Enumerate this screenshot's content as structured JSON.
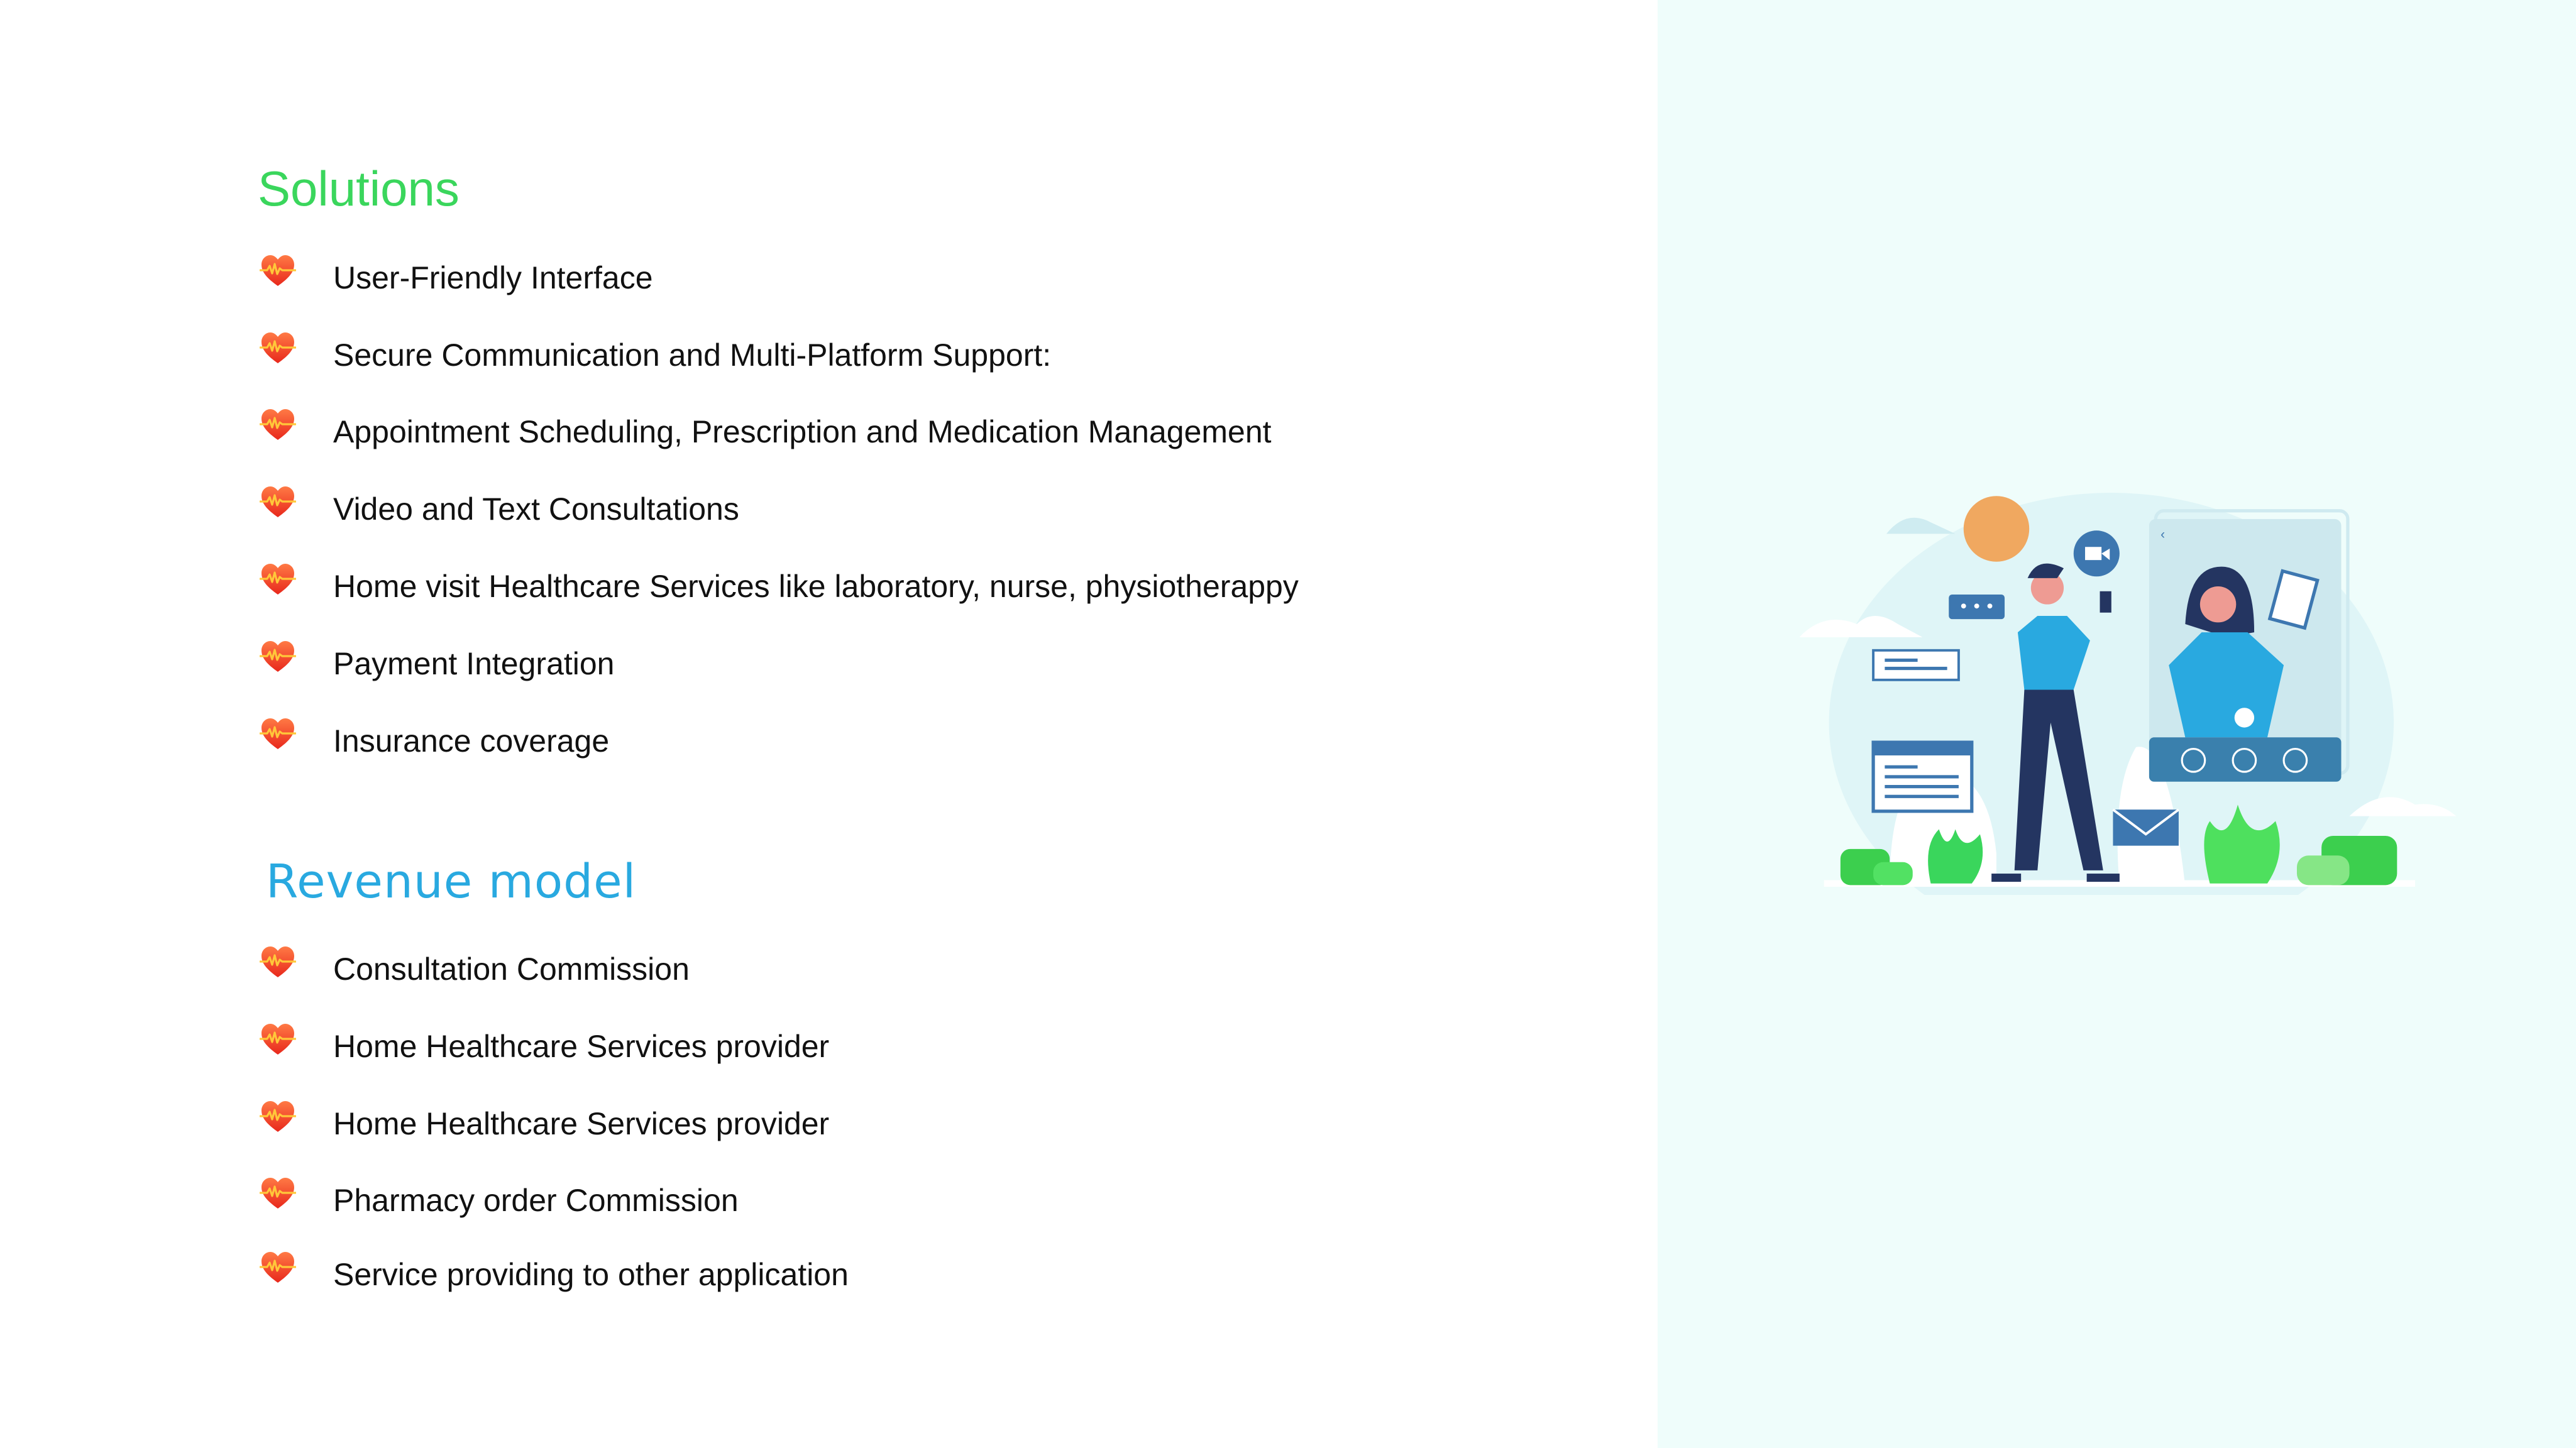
{
  "solutions": {
    "title": "Solutions",
    "items": [
      "User-Friendly Interface",
      "Secure Communication and Multi-Platform Support:",
      "Appointment Scheduling, Prescription and Medication Management",
      "Video and Text Consultations",
      "Home visit Healthcare Services like laboratory, nurse, physiotherappy",
      "Payment Integration",
      "Insurance coverage"
    ]
  },
  "revenue_model": {
    "title": "Revenue model",
    "items": [
      "Consultation Commission",
      "Home Healthcare Services provider",
      "Home Healthcare Services provider",
      "Pharmacy order Commission",
      "Service providing to other application"
    ]
  },
  "bullet_icon": "heart-pulse-icon",
  "colors": {
    "solutions_heading": "#3ad65c",
    "revenue_heading": "#29a9e0",
    "right_panel_bg": "#effdfb",
    "illustration_blue": "#3d77b0"
  }
}
